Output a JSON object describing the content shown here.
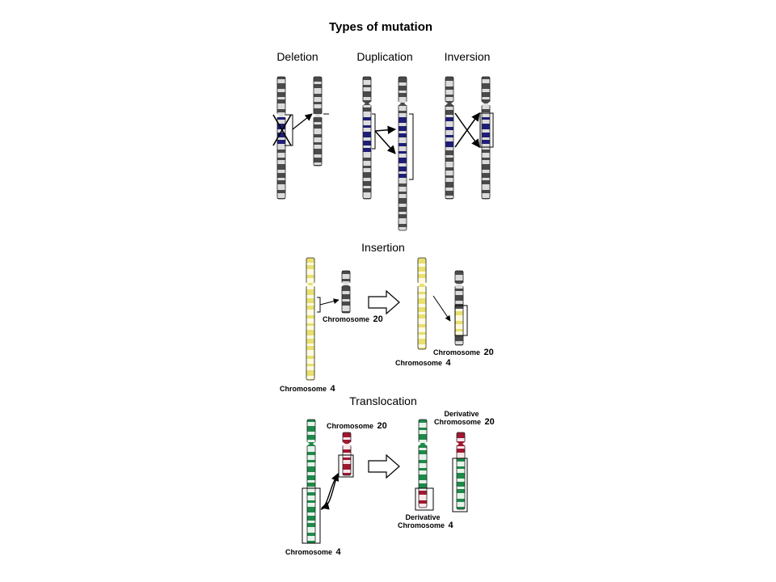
{
  "title": "Types of mutation",
  "sections": {
    "deletion": "Deletion",
    "duplication": "Duplication",
    "inversion": "Inversion",
    "insertion": "Insertion",
    "translocation": "Translocation"
  },
  "labels": {
    "chromosome_word": "Chromosome",
    "derivative_word": "Derivative",
    "num_4": "4",
    "num_20": "20"
  },
  "colors": {
    "gray_band": "#4a4a4a",
    "light_band": "#dcdcdc",
    "blue_band": "#1e1e78",
    "yellow_band": "#e8e070",
    "green_band": "#1e8a4a",
    "red_band": "#a01830"
  }
}
